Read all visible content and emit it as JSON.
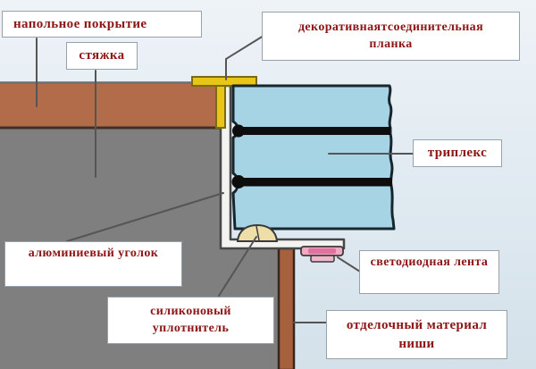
{
  "diagram": {
    "type": "construction-cross-section",
    "language": "ru",
    "labels": {
      "floor_covering": {
        "text": "напольное покрытие"
      },
      "screed": {
        "text": "стяжка"
      },
      "decorative_strip": {
        "line1": "декоративнаятсоединительная",
        "line2": "планка"
      },
      "triplex": {
        "text": "триплекс"
      },
      "aluminum_angle": {
        "text": "алюминиевый уголок"
      },
      "silicone_seal": {
        "line1": "силиконовый",
        "line2": "уплотнитель"
      },
      "led_strip": {
        "text": "светодиодная лента"
      },
      "niche_finish": {
        "line1": "отделочный материал",
        "line2": "ниши"
      }
    },
    "colors": {
      "label_text": "#8e1515",
      "label_border": "#97a2ab",
      "floor_covering": "#b26c49",
      "screed": "#7f7f7f",
      "glass": "#a6d4e4",
      "glass_outline": "#17262e",
      "interlayer": "#0d0d0d",
      "t_profile": "#e8c517",
      "t_profile_edge": "#7a6a10",
      "aluminum": "#f3f3f1",
      "aluminum_edge": "#474747",
      "silicone": "#eedfa9",
      "led_plate": "#f2a9c2",
      "led_core": "#e2719f",
      "led_lower": "#eeb6c8",
      "niche_strip": "#a7603e",
      "niche_strip_edge": "#37261b",
      "leader_line": "#555555"
    }
  }
}
